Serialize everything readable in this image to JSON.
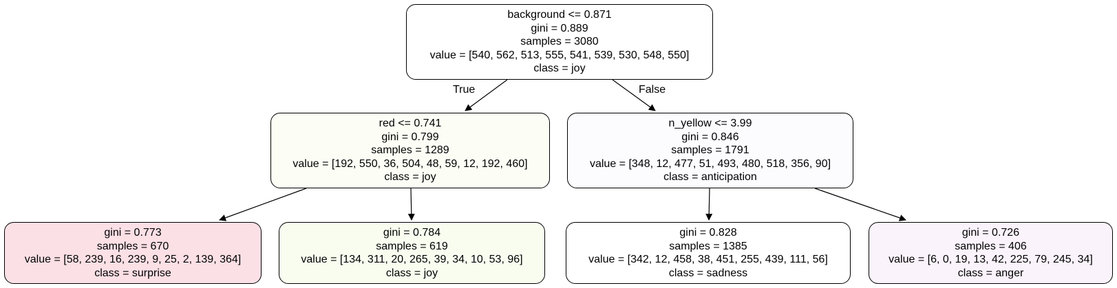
{
  "nodes": [
    {
      "id": "root",
      "fill": "#ffffff",
      "lines": [
        "background <= 0.871",
        "gini = 0.889",
        "samples = 3080",
        "value = [540, 562, 513, 555, 541, 539, 530, 548, 550]",
        "class = joy"
      ]
    },
    {
      "id": "left",
      "fill": "#fcfef5",
      "lines": [
        "red <= 0.741",
        "gini = 0.799",
        "samples = 1289",
        "value = [192, 550, 36, 504, 48, 59, 12, 192, 460]",
        "class = joy"
      ]
    },
    {
      "id": "right",
      "fill": "#fcfcff",
      "lines": [
        "n_yellow <= 3.99",
        "gini = 0.846",
        "samples = 1791",
        "value = [348, 12, 477, 51, 493, 480, 518, 356, 90]",
        "class = anticipation"
      ]
    },
    {
      "id": "left-left",
      "fill": "#fbe0e6",
      "lines": [
        "gini = 0.773",
        "samples = 670",
        "value = [58, 239, 16, 239, 9, 25, 2, 139, 364]",
        "class = surprise"
      ]
    },
    {
      "id": "left-right",
      "fill": "#f9fdf0",
      "lines": [
        "gini = 0.784",
        "samples = 619",
        "value = [134, 311, 20, 265, 39, 34, 10, 53, 96]",
        "class = joy"
      ]
    },
    {
      "id": "right-left",
      "fill": "#ffffff",
      "lines": [
        "gini = 0.828",
        "samples = 1385",
        "value = [342, 12, 458, 38, 451, 255, 439, 111, 56]",
        "class = sadness"
      ]
    },
    {
      "id": "right-right",
      "fill": "#fbf3fc",
      "lines": [
        "gini = 0.726",
        "samples = 406",
        "value = [6, 0, 19, 13, 42, 225, 79, 245, 34]",
        "class = anger"
      ]
    }
  ],
  "edges": {
    "true_label": "True",
    "false_label": "False"
  }
}
